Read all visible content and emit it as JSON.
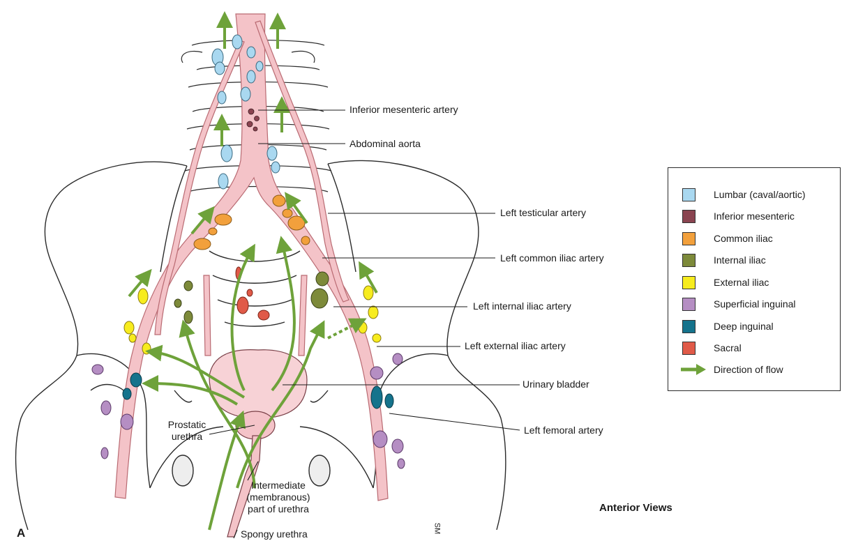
{
  "panel_letter": "A",
  "view_title": "Anterior Views",
  "signature": "SM",
  "labels": {
    "inferior_mesenteric_artery": "Inferior mesenteric artery",
    "abdominal_aorta": "Abdominal aorta",
    "left_testicular_artery": "Left testicular artery",
    "left_common_iliac_artery": "Left common iliac artery",
    "left_internal_iliac_artery": "Left internal iliac artery",
    "left_external_iliac_artery": "Left external iliac artery",
    "urinary_bladder": "Urinary bladder",
    "left_femoral_artery": "Left femoral artery",
    "prostatic_urethra": "Prostatic urethra",
    "intermediate_urethra": "Intermediate (membranous) part of urethra",
    "spongy_urethra": "Spongy urethra"
  },
  "legend": [
    {
      "label": "Lumbar (caval/aortic)",
      "color": "#a9d8f0"
    },
    {
      "label": "Inferior mesenteric",
      "color": "#8a4450"
    },
    {
      "label": "Common iliac",
      "color": "#f2a03c"
    },
    {
      "label": "Internal iliac",
      "color": "#7d8a3a"
    },
    {
      "label": "External iliac",
      "color": "#f7ec1e"
    },
    {
      "label": "Superficial inguinal",
      "color": "#b58ec3"
    },
    {
      "label": "Deep inguinal",
      "color": "#15738c"
    },
    {
      "label": "Sacral",
      "color": "#e05a48"
    },
    {
      "label": "Direction of flow",
      "color": "#6ea23a",
      "icon": "arrow-icon"
    }
  ],
  "colors": {
    "vessel": "#f4c3c8",
    "vessel_stroke": "#b96a72",
    "bone_stroke": "#2a2a2a",
    "flow_arrow": "#6ea23a"
  }
}
